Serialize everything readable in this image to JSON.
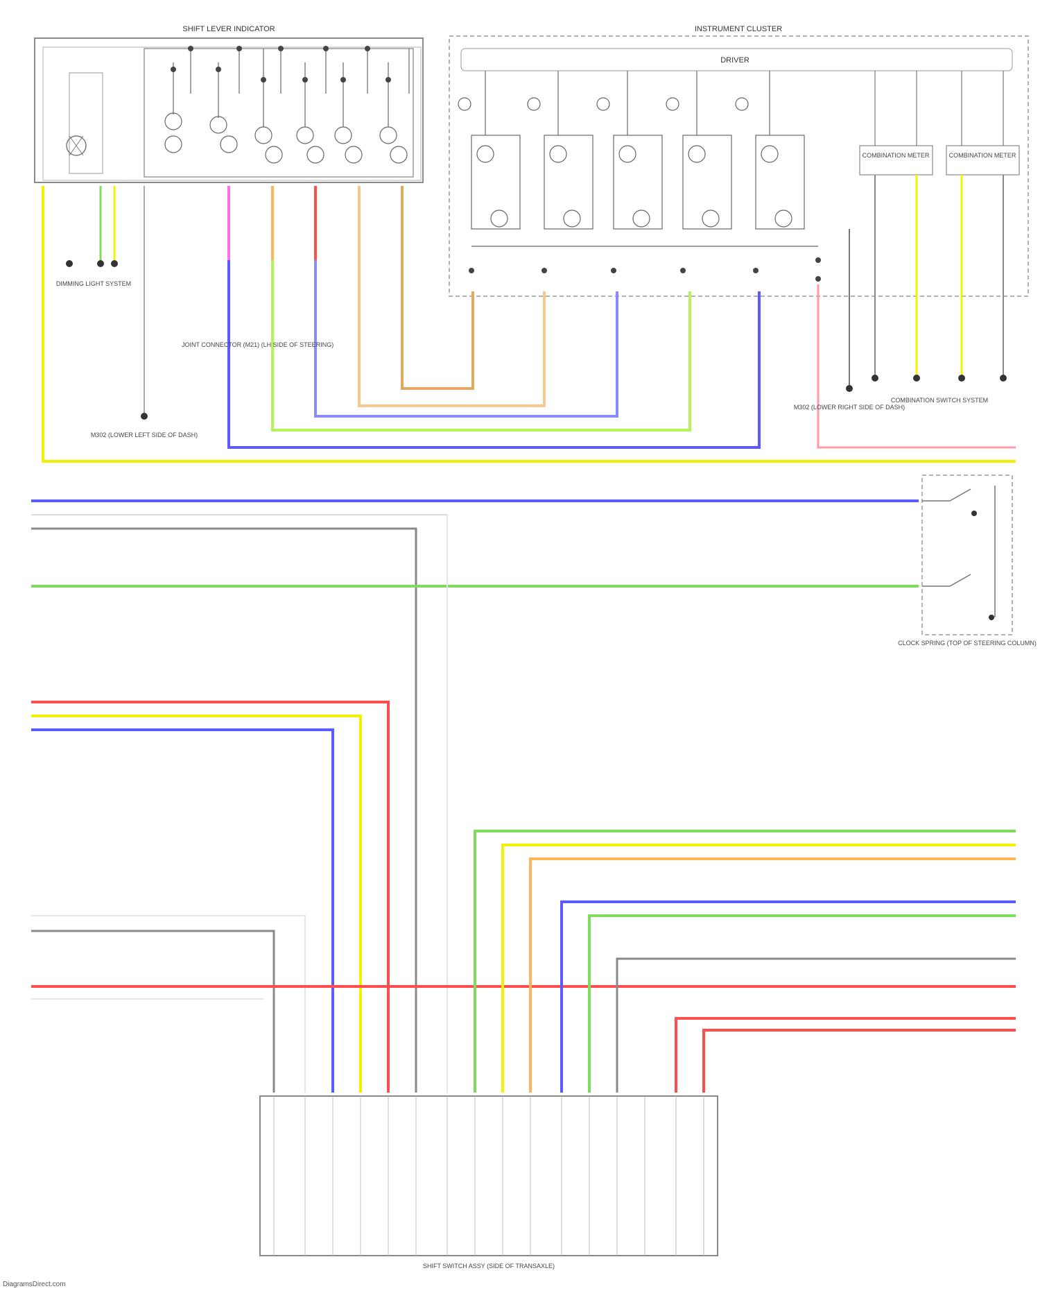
{
  "diagram": {
    "top_left_module": "SHIFT LEVER INDICATOR",
    "top_right_module": "INSTRUMENT CLUSTER",
    "driver_block": "DRIVER",
    "ctrl_box_1": "COMBINATION METER",
    "ctrl_box_2": "COMBINATION METER",
    "label_left_system": "DIMMING LIGHT SYSTEM",
    "label_joint_connector": "JOINT CONNECTOR (M21) (LH SIDE OF STEERING)",
    "label_ground_left": "M302 (LOWER LEFT SIDE OF DASH)",
    "label_ground_right": "M302 (LOWER RIGHT SIDE OF DASH)",
    "label_comb_system": "COMBINATION SWITCH SYSTEM",
    "label_clock_spring": "CLOCK SPRING (TOP OF STEERING COLUMN)",
    "label_bottom_module": "SHIFT SWITCH ASSY (SIDE OF TRANSAXLE)",
    "footer": "DiagramsDirect.com"
  },
  "colors": {
    "yellow": "#f2f200",
    "pink": "#ff6fe8",
    "orange": "#ffb35a",
    "red": "#ff4d4d",
    "tan": "#e0a860",
    "blue": "#5a5aff",
    "green": "#7ddc5a",
    "gray": "#777777",
    "lightpink": "#ff9aa8",
    "lightgray": "#c8c8c8",
    "lime": "#b6f25a"
  }
}
